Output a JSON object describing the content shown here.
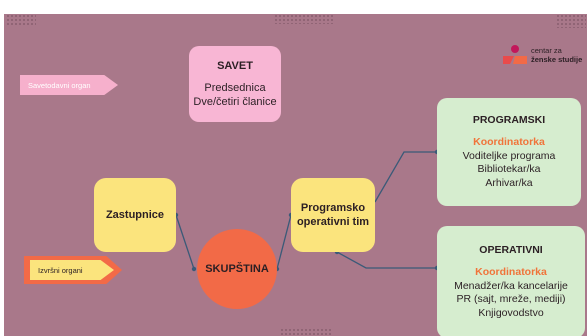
{
  "savet": {
    "title": "SAVET",
    "line1": "Predsednica",
    "line2": "Dve/četiri članice"
  },
  "savetodavni": {
    "label": "Savetodavni organ"
  },
  "izvrsni": {
    "label": "Izvršni organi"
  },
  "zastupnice": {
    "label": "Zastupnice"
  },
  "skupstina": {
    "label": "SKUPŠTINA"
  },
  "programsko": {
    "line1": "Programsko",
    "line2": "operativni tim"
  },
  "programski": {
    "title": "PROGRAMSKI",
    "role": "Koordinatorka",
    "items": [
      "Voditeljke programa",
      "Bibliotekar/ka",
      "Arhivar/ka"
    ]
  },
  "operativni": {
    "title": "OPERATIVNI",
    "role": "Koordinatorka",
    "items": [
      "Menadžer/ka kancelarije",
      "PR (sajt, mreže, mediji)",
      "Knjigovodstvo"
    ]
  },
  "logo": {
    "line1": "centar za",
    "line2": "ženske studije"
  },
  "colors": {
    "background": "#a9788a",
    "yellow": "#fbe47d",
    "pink": "#f8b6d4",
    "green": "#d6edcf",
    "orange": "#f26a47",
    "accent_text": "#f0743a"
  }
}
